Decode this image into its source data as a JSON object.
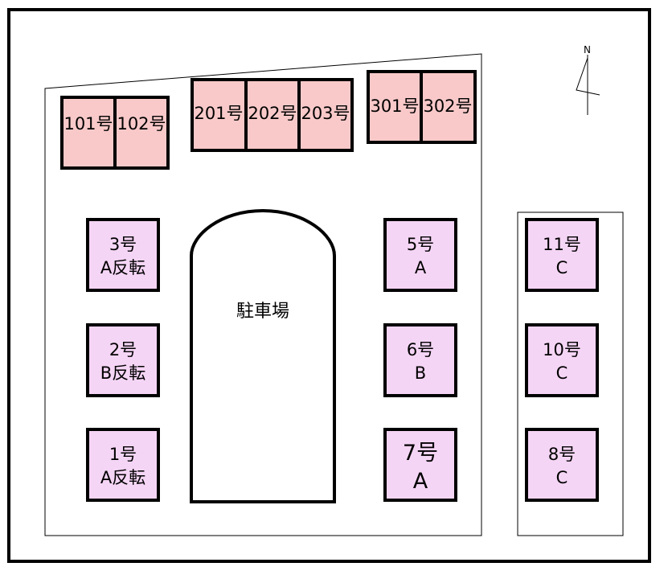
{
  "colors": {
    "apartment_fill": "#f9c9c9",
    "unit_fill": "#f5d5f5",
    "border": "#000000",
    "background": "#ffffff"
  },
  "north": {
    "label": "N"
  },
  "parking_lot": {
    "label": "駐車場"
  },
  "apartments": [
    {
      "id": "101",
      "label": "101号"
    },
    {
      "id": "102",
      "label": "102号"
    },
    {
      "id": "201",
      "label": "201号"
    },
    {
      "id": "202",
      "label": "202号"
    },
    {
      "id": "203",
      "label": "203号"
    },
    {
      "id": "301",
      "label": "301号"
    },
    {
      "id": "302",
      "label": "302号"
    }
  ],
  "units": [
    {
      "id": "3",
      "line1": "3号",
      "line2": "A反転"
    },
    {
      "id": "2",
      "line1": "2号",
      "line2": "B反転"
    },
    {
      "id": "1",
      "line1": "1号",
      "line2": "A反転"
    },
    {
      "id": "5",
      "line1": "5号",
      "line2": "A"
    },
    {
      "id": "6",
      "line1": "6号",
      "line2": "B"
    },
    {
      "id": "7",
      "line1": "7号",
      "line2": "A"
    },
    {
      "id": "11",
      "line1": "11号",
      "line2": "C"
    },
    {
      "id": "10",
      "line1": "10号",
      "line2": "C"
    },
    {
      "id": "8",
      "line1": "8号",
      "line2": "C"
    }
  ]
}
